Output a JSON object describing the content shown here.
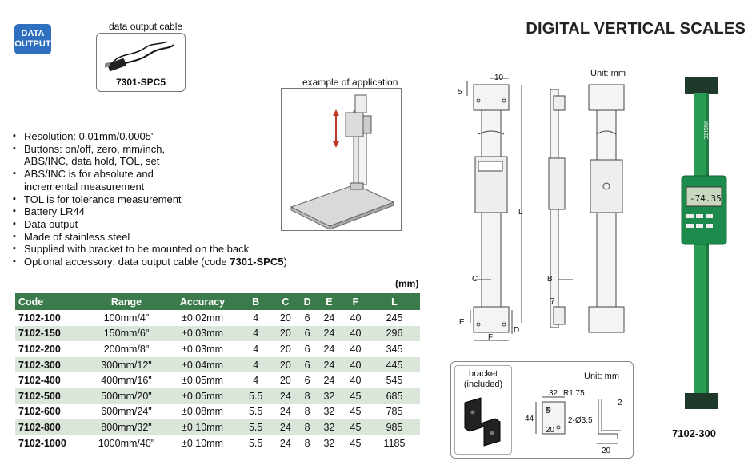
{
  "badge": {
    "line1": "DATA",
    "line2": "OUTPUT"
  },
  "cable": {
    "label": "data output cable",
    "code": "7301-SPC5"
  },
  "title": "DIGITAL VERTICAL SCALES",
  "application": {
    "label": "example of application"
  },
  "features": [
    "Resolution: 0.01mm/0.0005\"",
    "Buttons: on/off, zero, mm/inch,",
    "ABS/INC, data hold, TOL, set",
    "ABS/INC is for absolute and",
    "incremental measurement",
    "TOL is for tolerance measurement",
    "Battery LR44",
    "Data output",
    "Made of stainless steel",
    "Supplied with bracket to be mounted on the back"
  ],
  "feature_last": {
    "text": "Optional accessory: data output cable (code ",
    "code": "7301-SPC5",
    "end": ")"
  },
  "table": {
    "unit": "(mm)",
    "headers": [
      "Code",
      "Range",
      "Accuracy",
      "B",
      "C",
      "D",
      "E",
      "F",
      "L"
    ],
    "rows": [
      [
        "7102-100",
        "100mm/4\"",
        "±0.02mm",
        "4",
        "20",
        "6",
        "24",
        "40",
        "245"
      ],
      [
        "7102-150",
        "150mm/6\"",
        "±0.03mm",
        "4",
        "20",
        "6",
        "24",
        "40",
        "296"
      ],
      [
        "7102-200",
        "200mm/8\"",
        "±0.03mm",
        "4",
        "20",
        "6",
        "24",
        "40",
        "345"
      ],
      [
        "7102-300",
        "300mm/12\"",
        "±0.04mm",
        "4",
        "20",
        "6",
        "24",
        "40",
        "445"
      ],
      [
        "7102-400",
        "400mm/16\"",
        "±0.05mm",
        "4",
        "20",
        "6",
        "24",
        "40",
        "545"
      ],
      [
        "7102-500",
        "500mm/20\"",
        "±0.05mm",
        "5.5",
        "24",
        "8",
        "32",
        "45",
        "685"
      ],
      [
        "7102-600",
        "600mm/24\"",
        "±0.08mm",
        "5.5",
        "24",
        "8",
        "32",
        "45",
        "785"
      ],
      [
        "7102-800",
        "800mm/32\"",
        "±0.10mm",
        "5.5",
        "24",
        "8",
        "32",
        "45",
        "985"
      ],
      [
        "7102-1000",
        "1000mm/40\"",
        "±0.10mm",
        "5.5",
        "24",
        "8",
        "32",
        "45",
        "1185"
      ]
    ]
  },
  "drawing": {
    "unit": "Unit: mm",
    "labels": {
      "dim_10": "10",
      "dim_5": "5",
      "L": "L",
      "C": "C",
      "B": "B",
      "E": "E",
      "D": "D",
      "F": "F",
      "dim_7": "7"
    }
  },
  "bracket": {
    "label_line1": "bracket",
    "label_line2": "(included)",
    "unit": "Unit: mm",
    "dims": {
      "d32": "32",
      "r175": "R1.75",
      "d5": "5",
      "d44": "44",
      "d20a": "20",
      "holes": "2-Ø3.5",
      "d2": "2",
      "d20b": "20"
    }
  },
  "product": {
    "code": "7102-300",
    "display": "-74.35",
    "brand": "INSIZE"
  }
}
